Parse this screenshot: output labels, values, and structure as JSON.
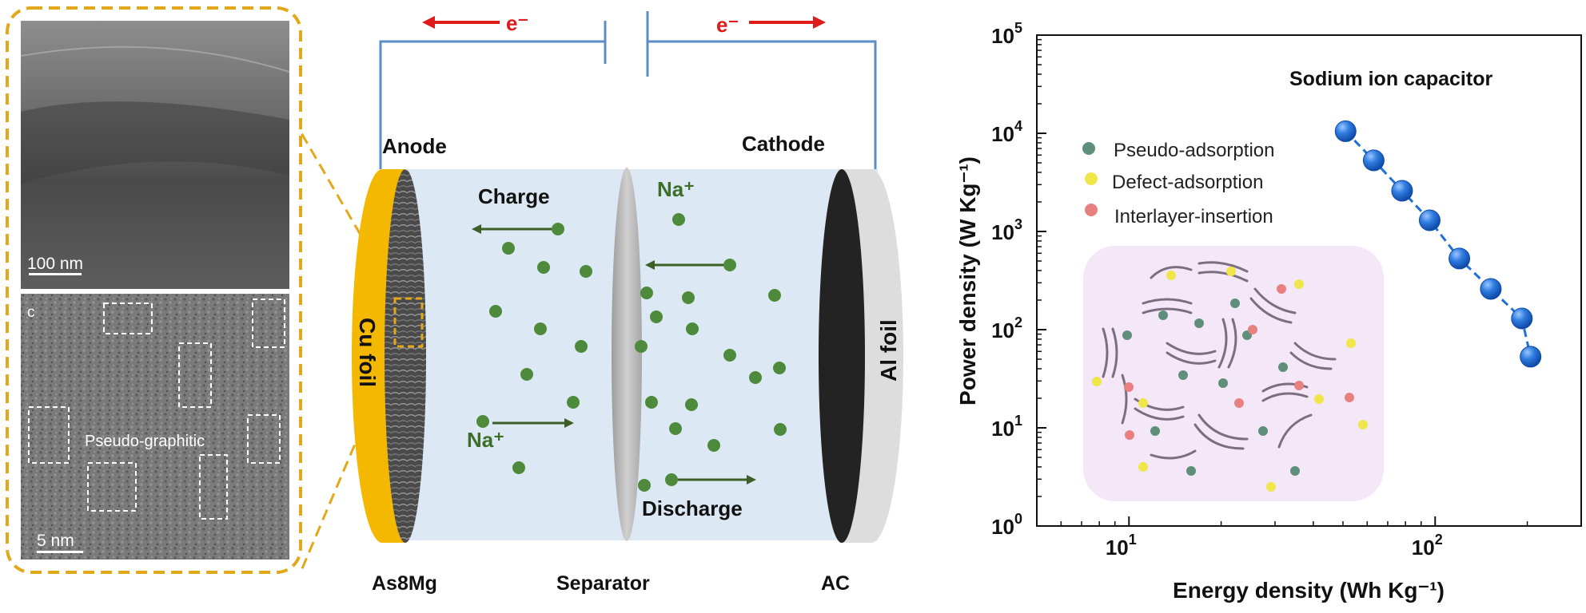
{
  "micrographs": {
    "top_scale": "100 nm",
    "bottom_scale": "5 nm",
    "bottom_panel_letter": "c",
    "bottom_annotation": "Pseudo-graphitic"
  },
  "cell": {
    "anode_label": "Anode",
    "cathode_label": "Cathode",
    "cu_foil": "Cu foil",
    "al_foil": "Al foil",
    "electron_left": "e⁻",
    "electron_right": "e⁻",
    "charge_label": "Charge",
    "discharge_label": "Discharge",
    "ion_top": "Na⁺",
    "ion_bottom": "Na⁺",
    "bottom_labels": {
      "anode_material": "As8Mg",
      "separator": "Separator",
      "cathode_material": "AC"
    }
  },
  "chart_data": {
    "type": "scatter",
    "title": "Sodium ion capacitor",
    "xlabel": "Energy density (Wh Kg⁻¹)",
    "ylabel": "Power density (W Kg⁻¹)",
    "x_scale": "log",
    "y_scale": "log",
    "xlim": [
      5,
      300
    ],
    "ylim": [
      1,
      100000
    ],
    "x_ticks": [
      {
        "value": 10,
        "base": "10",
        "exp": "1"
      },
      {
        "value": 100,
        "base": "10",
        "exp": "2"
      }
    ],
    "y_ticks": [
      {
        "value": 1,
        "base": "10",
        "exp": "0"
      },
      {
        "value": 10,
        "base": "10",
        "exp": "1"
      },
      {
        "value": 100,
        "base": "10",
        "exp": "2"
      },
      {
        "value": 1000,
        "base": "10",
        "exp": "3"
      },
      {
        "value": 10000,
        "base": "10",
        "exp": "4"
      },
      {
        "value": 100000,
        "base": "10",
        "exp": "5"
      }
    ],
    "series": [
      {
        "x": [
          51,
          63,
          78,
          96,
          120,
          152,
          192,
          205
        ],
        "y": [
          10500,
          5300,
          2600,
          1300,
          530,
          260,
          130,
          53
        ]
      }
    ],
    "legend": [
      {
        "label": "Pseudo-adsorption",
        "color": "#5f8f7a"
      },
      {
        "label": "Defect-adsorption",
        "color": "#f0e64a"
      },
      {
        "label": "Interlayer-insertion",
        "color": "#e88080"
      }
    ],
    "legend_placement": "upper-left",
    "grid": false
  },
  "colors": {
    "gold": "#f5b800",
    "dashed_gold": "#e3a81a",
    "wire": "#5b8ec4",
    "arrow_red": "#e01b1b",
    "ion_green": "#4e8a3c",
    "arrow_green": "#3c5f26",
    "electrolyte": "#dce8f3",
    "marker_blue": "#1f6fd6",
    "inset_bg": "#f4e7f8"
  }
}
